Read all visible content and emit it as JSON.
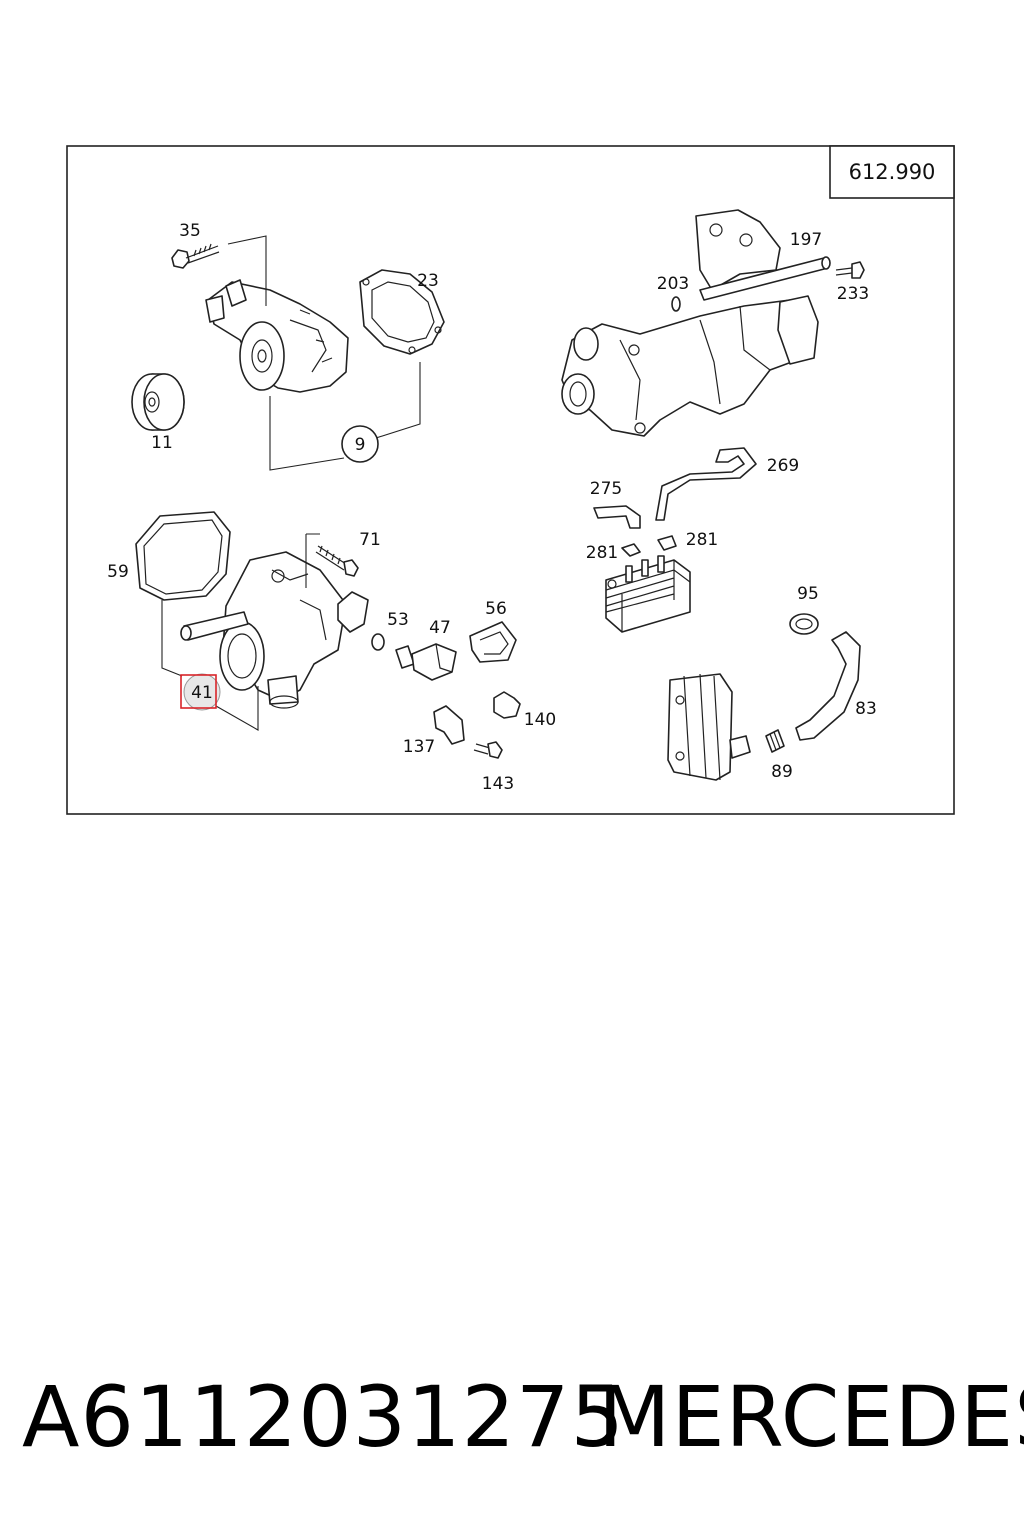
{
  "diagram": {
    "code": "612.990",
    "labels": {
      "p35": "35",
      "p23": "23",
      "p11": "11",
      "p9": "9",
      "p203": "203",
      "p197": "197",
      "p233": "233",
      "p269": "269",
      "p275": "275",
      "p281a": "281",
      "p281b": "281",
      "p59": "59",
      "p71": "71",
      "p41": "41",
      "p53": "53",
      "p47": "47",
      "p56": "56",
      "p140": "140",
      "p137": "137",
      "p143": "143",
      "p95": "95",
      "p83": "83",
      "p89": "89"
    },
    "highlight_color": "#d9252a"
  },
  "footer": {
    "part_number": "A6112031275",
    "brand": "MERCEDES"
  }
}
